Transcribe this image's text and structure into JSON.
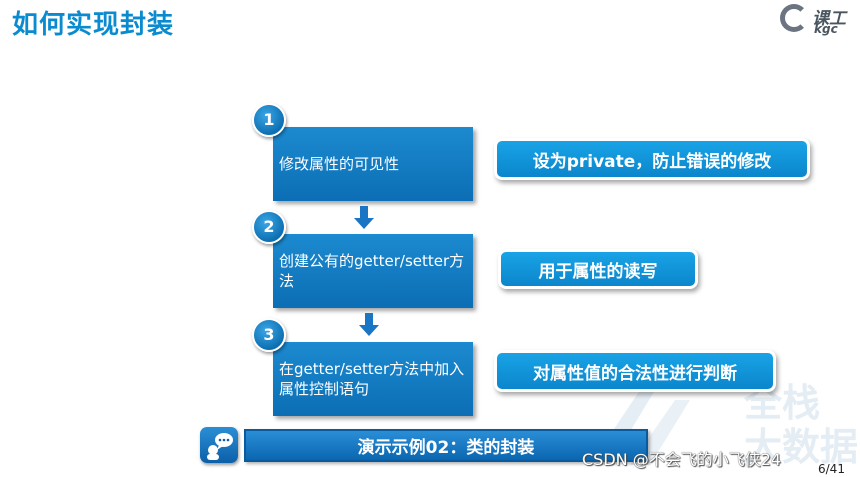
{
  "title": "如何实现封装",
  "logo": {
    "line1": "课工",
    "line2": "kgc",
    "icon": "kgc-c-logo"
  },
  "watermark": {
    "line1": "全栈",
    "line2": "大数据"
  },
  "steps": [
    {
      "number": "1",
      "text": "修改属性的可见性",
      "label": "设为private，防止错误的修改"
    },
    {
      "number": "2",
      "text": "创建公有的getter/setter方法",
      "label": "用于属性的读写"
    },
    {
      "number": "3",
      "text": "在getter/setter方法中加入属性控制语句",
      "label": "对属性值的合法性进行判断"
    }
  ],
  "demo": {
    "label": "演示示例02：类的封装",
    "icon": "chat-bubble-icon"
  },
  "credit": "CSDN @不会飞的小飞侠24",
  "page_number": "6/41",
  "colors": {
    "title": "#0a8bd0",
    "box": "#1177bf",
    "label": "#129ddd",
    "arrow": "#1a75c4"
  }
}
